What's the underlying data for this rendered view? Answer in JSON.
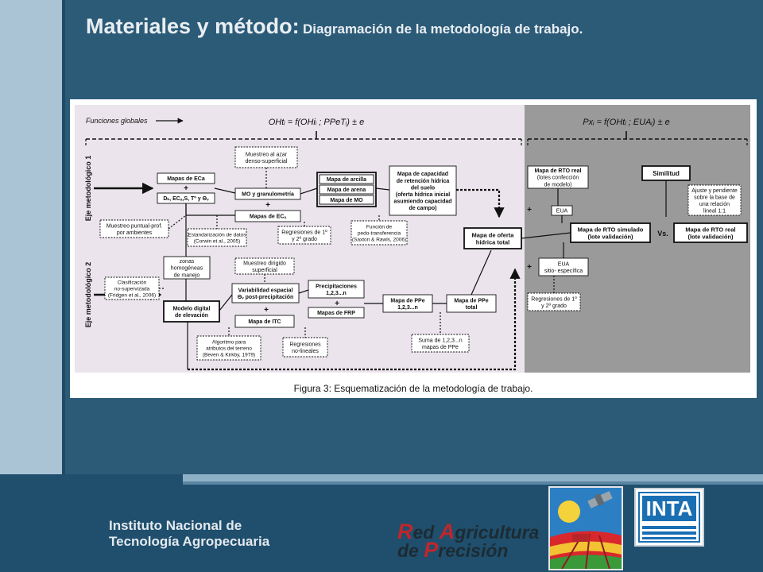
{
  "slide": {
    "title_main": "Materiales y método:",
    "title_sub": "Diagramación de la metodología de trabajo."
  },
  "figure": {
    "caption": "Figura 3: Esquematización de la metodología de trabajo.",
    "global_label": "Funciones globales",
    "eq1": "OHtᵢ = f(OHiᵢ ; PPeTᵢ) ± e",
    "eq2": "Pxᵢ = f(OHtᵢ ; EUAᵢ) ± e",
    "axis1": "Eje metodológico 1",
    "axis2": "Eje metodológico 2",
    "boxes": {
      "muestreo_azar": [
        "Muestreo al azar",
        "denso-superficial"
      ],
      "mapas_eca": [
        "Mapas de ECa"
      ],
      "plus_a": "+",
      "d_eca": [
        "Dₕ, ECₐ,S, Tº y Θᵥ"
      ],
      "mo_granulometria": [
        "MO y granulometría"
      ],
      "plus_b": "+",
      "mapas_ec": [
        "Mapas de ECₐ"
      ],
      "arcilla": "Mapa de arcilla",
      "arena": "Mapa de arena",
      "mo": "Mapa de MO",
      "capacidad": [
        "Mapa de capacidad",
        "de retención hídrica",
        "del suelo"
      ],
      "capacidad_note": [
        "(oferta hídrica inicial",
        "asumiendo capacidad",
        "de campo)"
      ],
      "muestreo_puntual": [
        "Muestreo puntual-prof.",
        "por ambientes"
      ],
      "estandarizacion": [
        "Estandarización de datos",
        "(Corwin et al., 2005)"
      ],
      "regresiones_1": [
        "Regresiones de 1º",
        "y 2º grado"
      ],
      "funcion_pedo": [
        "Función de",
        "pedo-transferencia",
        "(Saxton & Rawls, 2006)"
      ],
      "oferta": [
        "Mapa de oferta",
        "hídrica total"
      ],
      "zonas": [
        "zonas",
        "homogéneas",
        "de manejo"
      ],
      "clasificacion": [
        "Clasificación",
        "no-supervizada",
        "(Fridgen et al., 2006)"
      ],
      "muestreo_dirigido": [
        "Muestreo dirigido",
        "superficial"
      ],
      "variabilidad": [
        "Variabilidad espacial",
        "Θᵥ post-precipitación"
      ],
      "plus_c": "+",
      "mapa_itc": [
        "Mapa de ITC"
      ],
      "precipitaciones": [
        "Precipitaciones",
        "1,2,3...n"
      ],
      "plus_d": "+",
      "mapas_frp": [
        "Mapas de FRP"
      ],
      "ppe": [
        "Mapa de PPe",
        "1,2,3...n"
      ],
      "ppe_total": [
        "Mapa de PPe",
        "total"
      ],
      "modelo": [
        "Modelo digital",
        "de elevación"
      ],
      "algoritmo": [
        "Algoritmo para",
        "atributos del terreno",
        "(Beven & Kirkby, 1979)"
      ],
      "regresiones_nl": [
        "Regresiones",
        "no-lineales"
      ],
      "suma": [
        "Suma de 1,2,3...n",
        "mapas de PPe"
      ],
      "rto_real": [
        "Mapa de RTO real",
        "(lotes confección",
        "de modelo)"
      ],
      "eua": "EUA",
      "similitud": "Similitud",
      "ajuste": [
        "Ajuste y pendiente",
        "sobre la base de",
        "una relación",
        "lineal 1:1"
      ],
      "rto_sim": [
        "Mapa de RTO simulado",
        "(lote validación)"
      ],
      "vs": "Vs.",
      "rto_real2": [
        "Mapa de RTO real",
        "(lote validación)"
      ],
      "eua_sitio": [
        "EUA",
        "sitio- específica"
      ],
      "regresiones_2": [
        "Regresiones de 1º",
        "y 2º grado"
      ],
      "plus_e": "+",
      "plus_f": "+"
    }
  },
  "footer": {
    "institute_line1": "Instituto Nacional de",
    "institute_line2": "Tecnología Agropecuaria",
    "rap_R": "R",
    "rap_line1": "ed ",
    "rap_A": "A",
    "rap_line1b": "gricultura",
    "rap_line2a": "de ",
    "rap_P": "P",
    "rap_line2b": "recisión",
    "inta": "INTA"
  },
  "colors": {
    "background": "#2c5b78",
    "stripe": "#aac4d6",
    "figure_left_bg": "#ebe4ec",
    "figure_right_bg": "#9a9a9a",
    "accent_red": "#c0262c"
  }
}
